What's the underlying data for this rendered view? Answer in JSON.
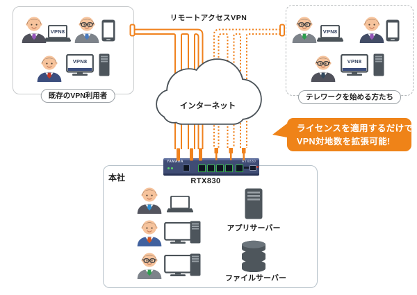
{
  "title": "リモートアクセスVPN",
  "vpn_badge": "VPN8",
  "left_box": {
    "label": "既存のVPN利用者"
  },
  "right_box": {
    "label": "テレワークを始める方たち"
  },
  "cloud": {
    "label": "インターネット"
  },
  "callout": {
    "line1": "ライセンスを適用するだけで",
    "line2": "VPN対地数を拡張可能!"
  },
  "hq": {
    "label": "本社",
    "router_brand": "YAMAHA",
    "router_model": "RTX830",
    "app_server_label": "アプリサーバー",
    "file_server_label": "ファイルサーバー"
  },
  "colors": {
    "accent_orange": "#F0821E",
    "callout_orange": "#EF8318",
    "cloud_outline": "#4A5258",
    "router_body": "#3F4C74"
  }
}
